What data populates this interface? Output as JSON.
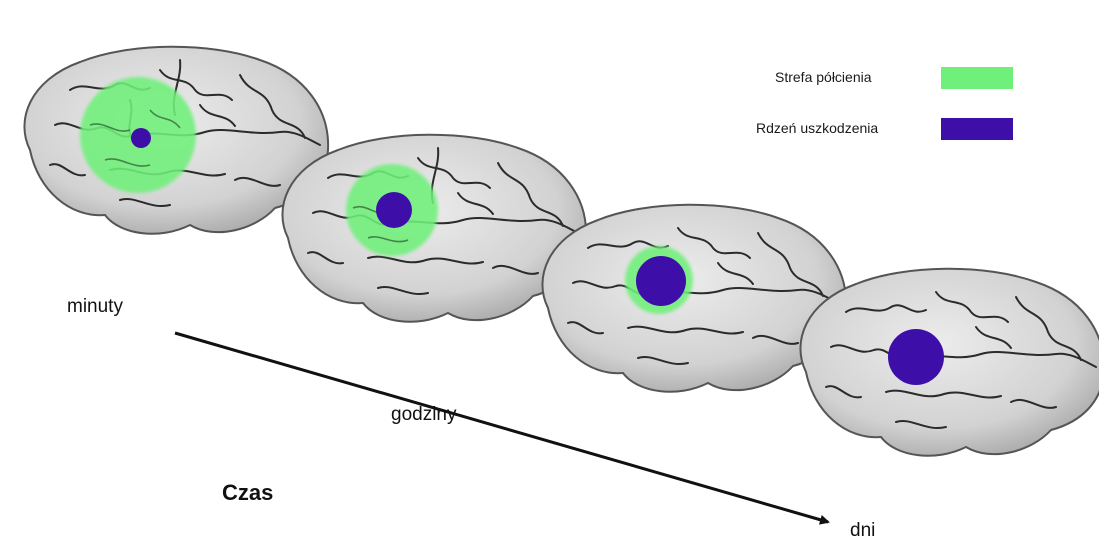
{
  "legend": {
    "penumbra_label": "Strefa półcienia",
    "core_label": "Rdzeń uszkodzenia",
    "penumbra_color": "#6ff07a",
    "core_color": "#3d0fa8"
  },
  "timeline": {
    "title": "Czas",
    "stages": [
      {
        "label": "minuty",
        "penumbra": "large",
        "core": "small"
      },
      {
        "label": "godziny",
        "penumbra": "medium",
        "core": "medium"
      },
      {
        "label": "",
        "penumbra": "small",
        "core": "large"
      },
      {
        "label": "dni",
        "penumbra": "none",
        "core": "large"
      }
    ]
  },
  "brain_color": "#d9d9d9",
  "sulcus_color": "#2b2b2b"
}
